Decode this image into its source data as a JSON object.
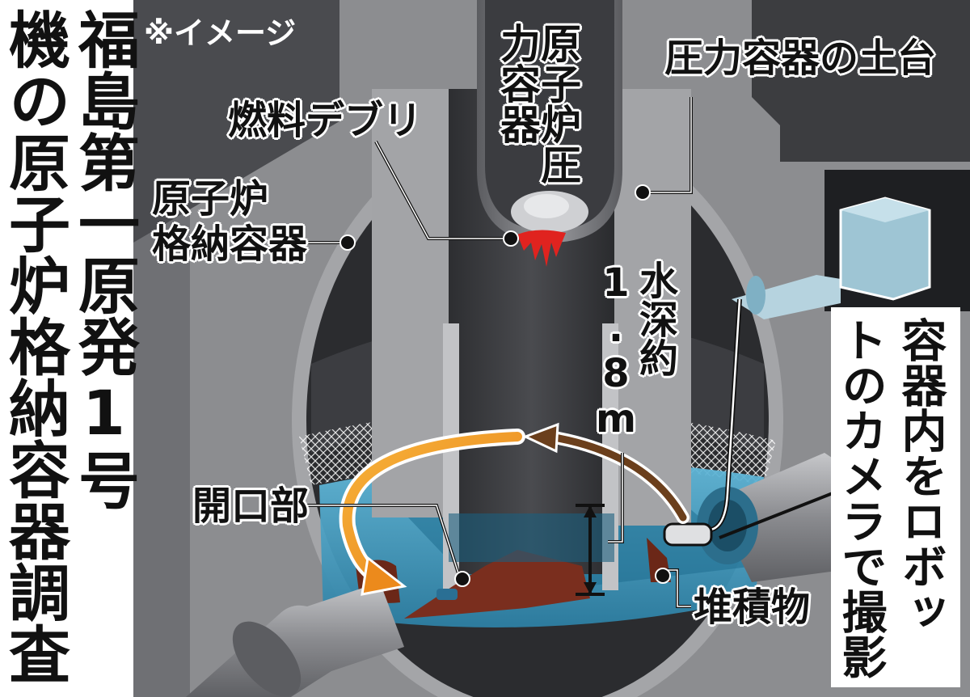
{
  "title": "福島第一原発1号機の原子炉格納容器調査",
  "note": "※イメージ",
  "labels": {
    "rpv": "原子炉圧力容器",
    "pedestal": "圧力容器の土台",
    "debris": "燃料デブリ",
    "pcv": "原子炉格納容器",
    "depth": "水深約1.8m",
    "opening": "開口部",
    "deposit": "堆積物",
    "robot_caption": "容器内をロボットのカメラで撮影"
  },
  "colors": {
    "background": "#ffffff",
    "concrete": "#8c8d90",
    "concrete_dark": "#3c3d40",
    "water": "#3d9ec4",
    "debris": "#e0231f",
    "deposit": "#7a2e1e",
    "arrow": "#f2a52a",
    "arrow_dark": "#6b3f1c"
  }
}
